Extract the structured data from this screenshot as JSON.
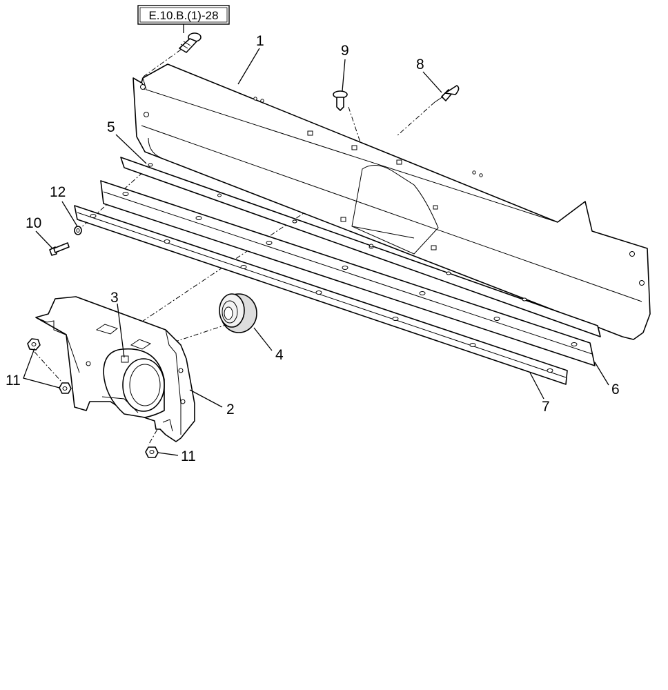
{
  "reference": {
    "label": "E.10.B.(1)-28"
  },
  "callouts": {
    "c1": "1",
    "c2": "2",
    "c3": "3",
    "c4": "4",
    "c5": "5",
    "c6": "6",
    "c7": "7",
    "c8": "8",
    "c9": "9",
    "c10": "10",
    "c11a": "11",
    "c11b": "11",
    "c12": "12"
  }
}
